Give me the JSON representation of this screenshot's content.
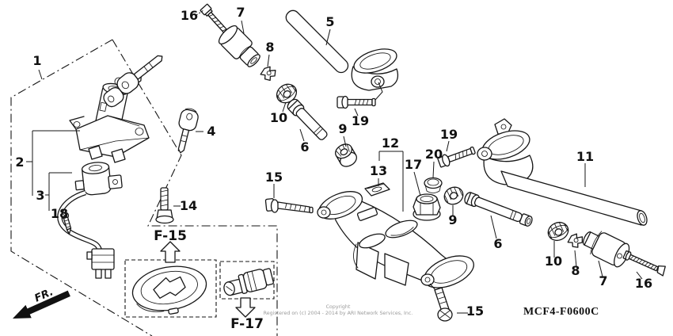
{
  "figure": {
    "code": "MCF4-F0600C",
    "front_label": "FR.",
    "copyright": {
      "line1": "Copyright",
      "line2": "Registered on (c) 2004 - 2014 by ARI Network Services, Inc."
    },
    "ref_sections": [
      {
        "label": "F-15"
      },
      {
        "label": "F-17"
      }
    ],
    "callouts": [
      {
        "num": "1"
      },
      {
        "num": "2"
      },
      {
        "num": "3"
      },
      {
        "num": "18"
      },
      {
        "num": "4"
      },
      {
        "num": "14"
      },
      {
        "num": "16"
      },
      {
        "num": "7"
      },
      {
        "num": "8"
      },
      {
        "num": "5"
      },
      {
        "num": "10"
      },
      {
        "num": "6"
      },
      {
        "num": "9"
      },
      {
        "num": "19"
      },
      {
        "num": "15"
      },
      {
        "num": "12"
      },
      {
        "num": "13"
      },
      {
        "num": "17"
      },
      {
        "num": "20"
      },
      {
        "num": "19"
      },
      {
        "num": "11"
      },
      {
        "num": "9"
      },
      {
        "num": "6"
      },
      {
        "num": "10"
      },
      {
        "num": "8"
      },
      {
        "num": "7"
      },
      {
        "num": "16"
      },
      {
        "num": "15"
      }
    ]
  }
}
